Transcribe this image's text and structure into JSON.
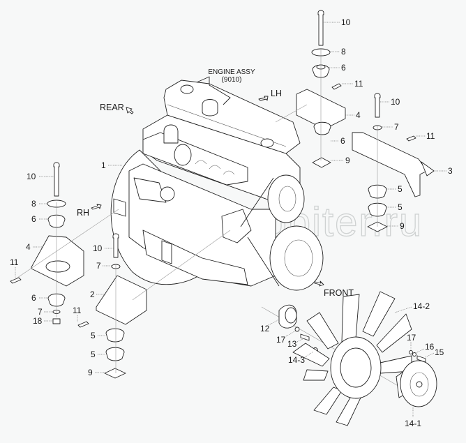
{
  "diagram": {
    "title": "ENGINE ASSY",
    "title_code": "(9010)",
    "watermark": "autopiter.ru",
    "directions": {
      "rear": "REAR",
      "lh": "LH",
      "rh": "RH",
      "front": "FRONT"
    },
    "callouts": {
      "engine": "1",
      "bracket_rh_lower": "2",
      "bracket_lh_lower": "3",
      "bracket_lh_upper": "4",
      "bracket_rh_upper": "4",
      "lh_upper_bolt": "10",
      "lh_upper_washer": "8",
      "lh_upper_insulator": "6",
      "lh_upper_screw": "11",
      "lh_lower_insulator": "6",
      "lh_lower_plate": "9",
      "lh_rear_bolt": "10",
      "lh_rear_washer": "7",
      "lh_rear_screw": "11",
      "lh_rear_insulator_a": "5",
      "lh_rear_insulator_b": "5",
      "lh_rear_plate": "9",
      "rh_upper_bolt": "10",
      "rh_upper_washer": "8",
      "rh_upper_insulator": "6",
      "rh_screw": "11",
      "rh_lower_insulator": "6",
      "rh_lower_washer": "7",
      "rh_nut": "18",
      "rh_rear_bolt": "10",
      "rh_rear_washer": "7",
      "rh_rear_screw": "11",
      "rh_rear_insulator_a": "5",
      "rh_rear_insulator_b": "5",
      "rh_rear_plate": "9",
      "fan_spacer": "12",
      "fan_spacer_washer": "17",
      "fan_spacer_bolt": "13",
      "fan_nut": "14-3",
      "fan_blade": "14-2",
      "fan_clutch": "14-1",
      "clutch_washer": "17",
      "clutch_lockwasher": "16",
      "clutch_bolt": "15"
    }
  }
}
